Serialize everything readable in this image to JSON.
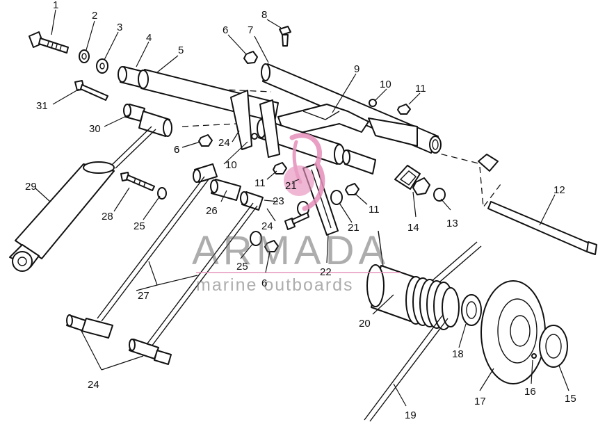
{
  "diagram": {
    "callouts": [
      "1",
      "2",
      "3",
      "4",
      "5",
      "6",
      "7",
      "8",
      "9",
      "10",
      "11",
      "6",
      "30",
      "31",
      "6",
      "24",
      "10",
      "29",
      "28",
      "25",
      "26",
      "11",
      "21",
      "23",
      "24",
      "21",
      "11",
      "14",
      "13",
      "12",
      "25",
      "6",
      "22",
      "27",
      "20",
      "18",
      "24",
      "19",
      "17",
      "16",
      "15"
    ]
  },
  "watermark": {
    "brand": "ARMADA",
    "tagline": "marine outboards",
    "accent_color": "#e58fb9"
  }
}
